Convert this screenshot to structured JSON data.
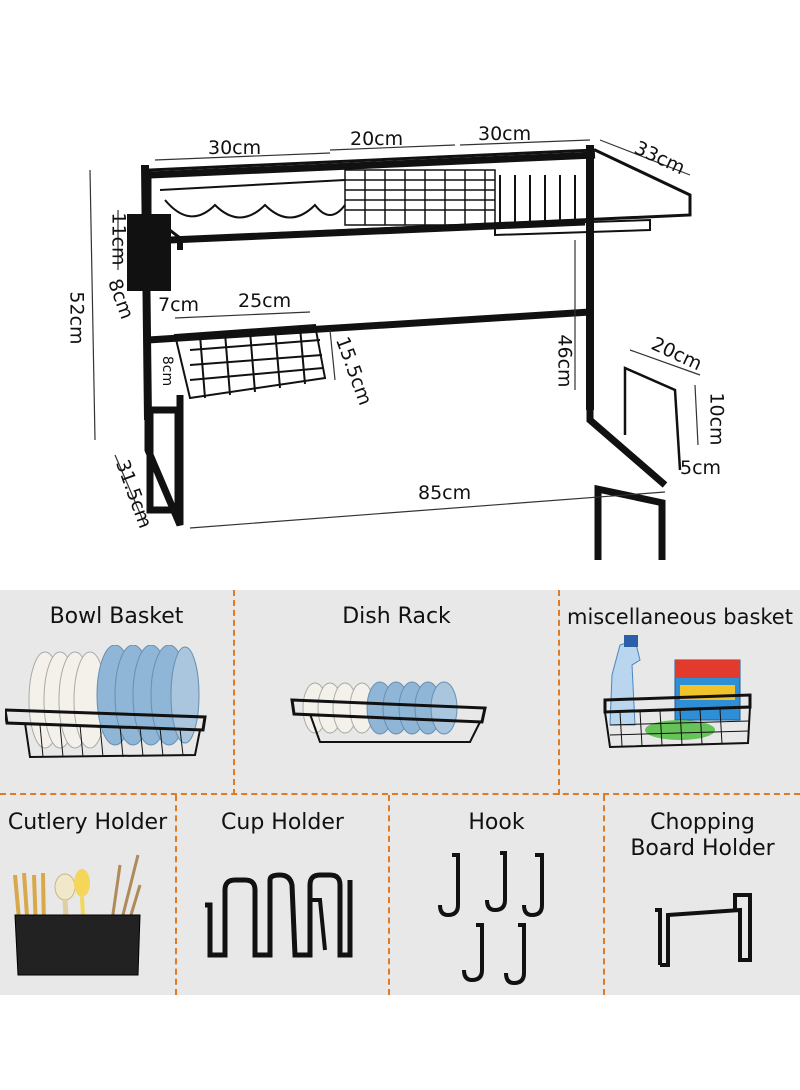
{
  "dimensions": {
    "top_left": "30cm",
    "top_middle": "20cm",
    "top_right": "30cm",
    "depth_top": "33cm",
    "left_11": "11cm",
    "left_8": "8cm",
    "height_total": "52cm",
    "basket_offset": "7cm",
    "basket_width": "25cm",
    "basket_height": "8cm",
    "basket_depth": "15.5cm",
    "clearance": "46cm",
    "board_width": "20cm",
    "board_height": "10cm",
    "board_depth": "5cm",
    "base_depth": "31.5cm",
    "base_width": "85cm"
  },
  "accessories": {
    "bowl_basket": "Bowl Basket",
    "dish_rack": "Dish Rack",
    "misc_basket": "miscellaneous basket",
    "cutlery_holder": "Cutlery Holder",
    "cup_holder": "Cup Holder",
    "hook": "Hook",
    "chopping_board_holder_line1": "Chopping",
    "chopping_board_holder_line2": "Board Holder"
  },
  "colors": {
    "frame": "#111111",
    "separator": "#e07a24",
    "panel_bg": "#e8e8e8"
  }
}
